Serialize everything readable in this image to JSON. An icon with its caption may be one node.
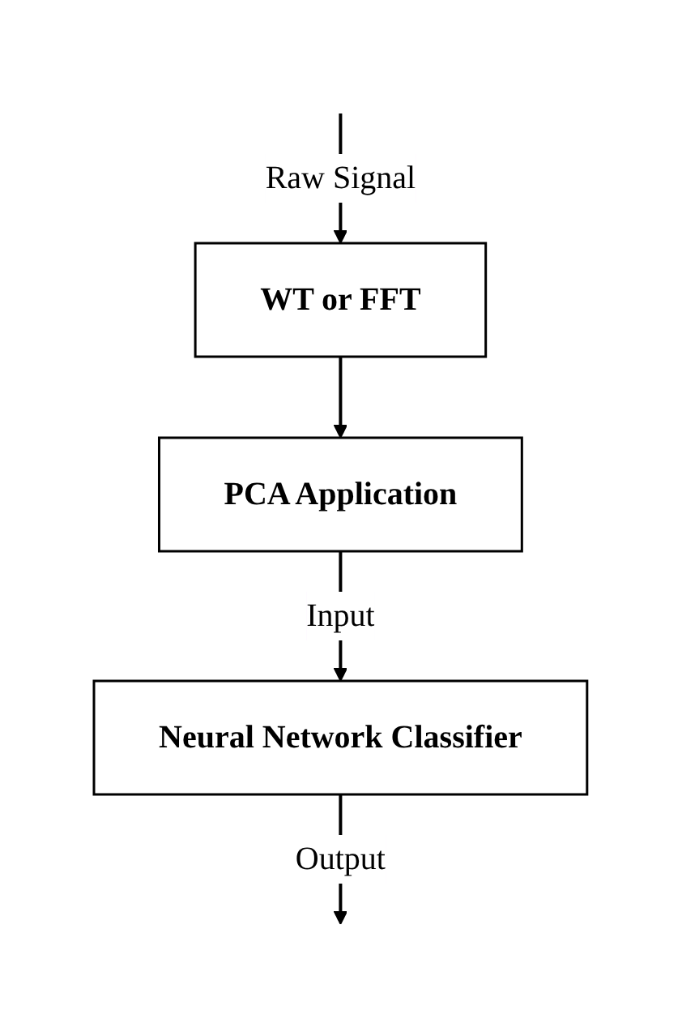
{
  "diagram": {
    "nodes": [
      {
        "text": [
          "WT or FFT"
        ]
      },
      {
        "text": [
          "PCA Application"
        ]
      },
      {
        "text": [
          "Neural Network Classifier"
        ]
      }
    ],
    "edges": [
      {
        "from": null,
        "to": 0,
        "arrow": "to",
        "label": "Raw Signal"
      },
      {
        "from": 0,
        "to": 1,
        "arrow": "to"
      },
      {
        "from": 1,
        "to": 2,
        "arrow": "to",
        "label": "Input"
      },
      {
        "from": 2,
        "to": null,
        "arrow": "to",
        "label": "Output"
      }
    ]
  }
}
